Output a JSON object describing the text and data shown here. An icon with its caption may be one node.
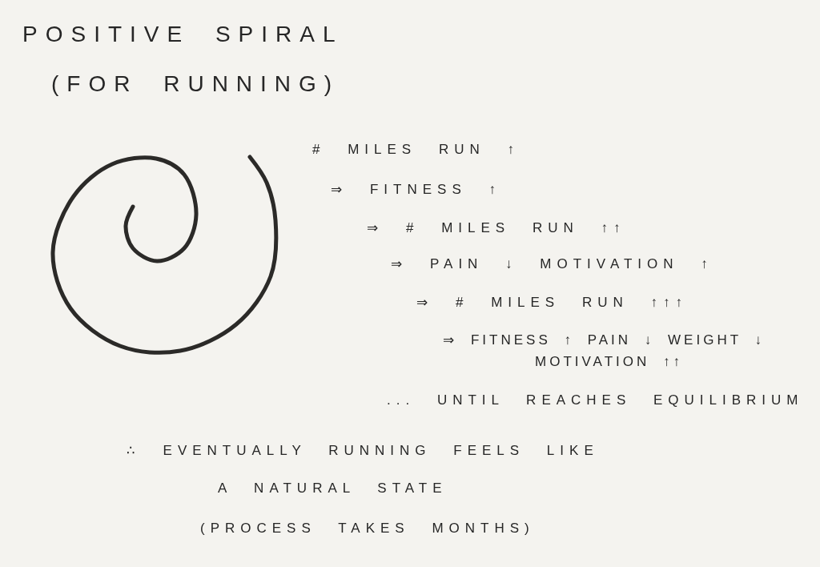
{
  "diagram": {
    "title": "POSITIVE SPIRAL (FOR RUNNING)",
    "labels": [
      "# MILES RUN ↑",
      "⇒ FITNESS ↑",
      "⇒ # MILES RUN ↑↑",
      "⇒ PAIN ↓ MOTIVATION ↑",
      "⇒ # MILES RUN ↑↑↑",
      "⇒ FITNESS ↑ PAIN ↓ WEIGHT ↓ MOTIVATION ↑↑",
      "... UNTIL REACHES EQUILIBRIUM",
      "∴ EVENTUALLY RUNNING FEELS LIKE A NATURAL STATE",
      "(PROCESS TAKES MONTHS)"
    ]
  }
}
